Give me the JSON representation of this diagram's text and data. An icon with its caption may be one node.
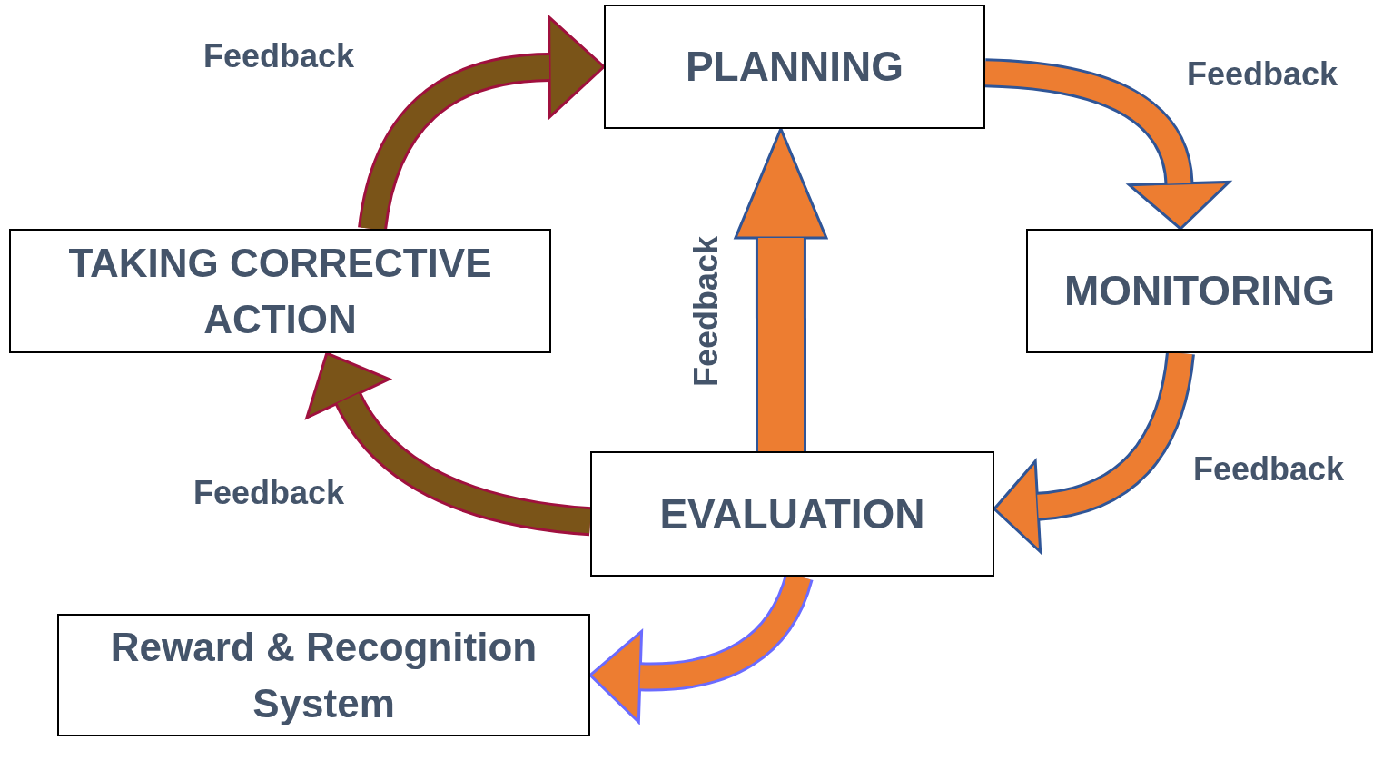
{
  "diagram": {
    "nodes": [
      {
        "text": [
          "PLANNING"
        ]
      },
      {
        "text": [
          "MONITORING"
        ]
      },
      {
        "text": [
          "EVALUATION"
        ]
      },
      {
        "text": [
          "TAKING CORRECTIVE ACTION"
        ]
      },
      {
        "text": [
          "Reward & Recognition System"
        ]
      }
    ],
    "edges": [
      {
        "from": 0,
        "to": 1,
        "arrow": "to",
        "label": "Feedback"
      },
      {
        "from": 1,
        "to": 2,
        "arrow": "to",
        "label": "Feedback"
      },
      {
        "from": 2,
        "to": 0,
        "arrow": "to",
        "label": "Feedback"
      },
      {
        "from": 2,
        "to": 3,
        "arrow": "to",
        "label": "Feedback",
        "color": "#a0103e"
      },
      {
        "from": 3,
        "to": 0,
        "arrow": "to",
        "label": "Feedback",
        "color": "#a0103e"
      },
      {
        "from": 2,
        "to": 4,
        "arrow": "to",
        "color": "#6b6bff"
      }
    ]
  }
}
